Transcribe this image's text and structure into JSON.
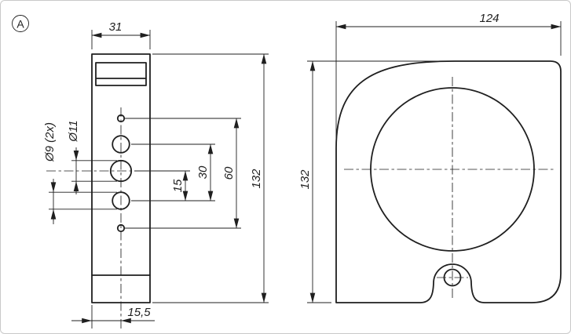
{
  "colors": {
    "line": "#1f1f1f",
    "background": "#ffffff",
    "border": "#c9c9c9"
  },
  "view_label": "A",
  "left_view": {
    "dim_width": "31",
    "dim_centerline_offset": "15,5",
    "dim_hole_spacing_15": "15",
    "dim_hole_spacing_30": "30",
    "dim_hole_spacing_60": "60",
    "dim_height": "132",
    "dim_hole_d9": "Ø9 (2x)",
    "dim_hole_d11": "Ø11"
  },
  "right_view": {
    "dim_width": "124",
    "dim_height": "132"
  }
}
